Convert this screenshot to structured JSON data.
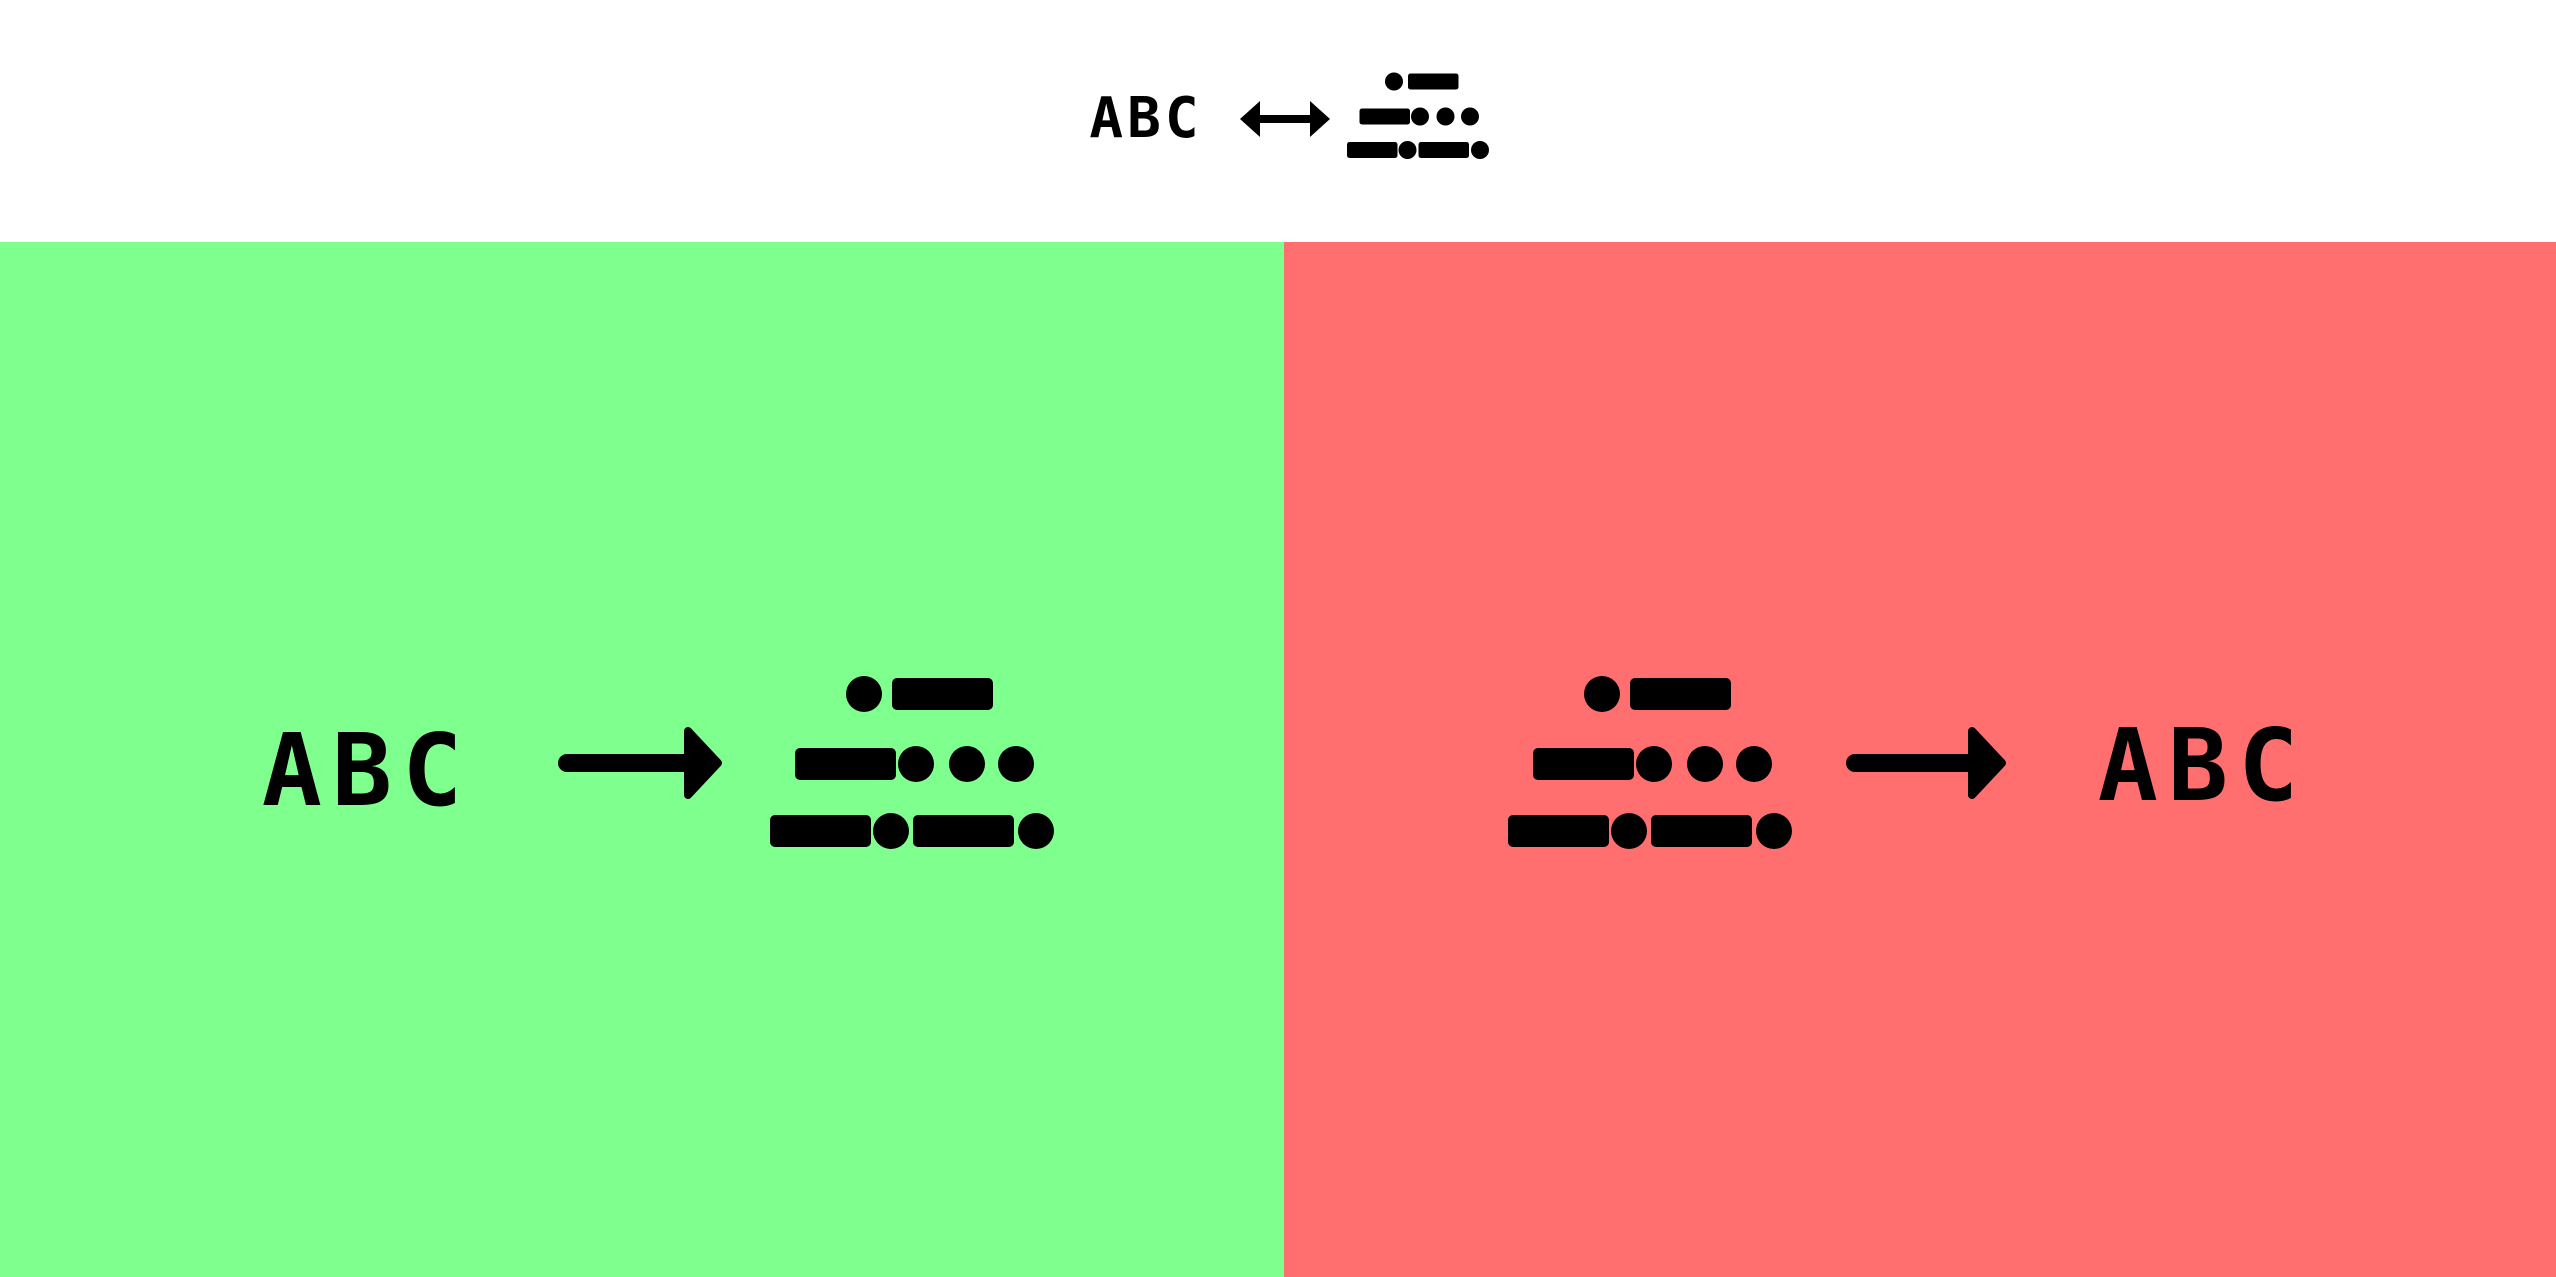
{
  "colors": {
    "header_bg": "#ffffff",
    "encode_panel_bg": "#7fff8e",
    "decode_panel_bg": "#ff6f6f",
    "ink": "#000000"
  },
  "header": {
    "plain_text": "ABC",
    "icon": "bidirectional-arrow-icon",
    "morse_icon": "morse-code-icon"
  },
  "encode_panel": {
    "input_text": "ABC",
    "icon": "right-arrow-icon",
    "output_icon": "morse-code-icon"
  },
  "decode_panel": {
    "input_icon": "morse-code-icon",
    "icon": "right-arrow-icon",
    "output_text": "ABC"
  }
}
